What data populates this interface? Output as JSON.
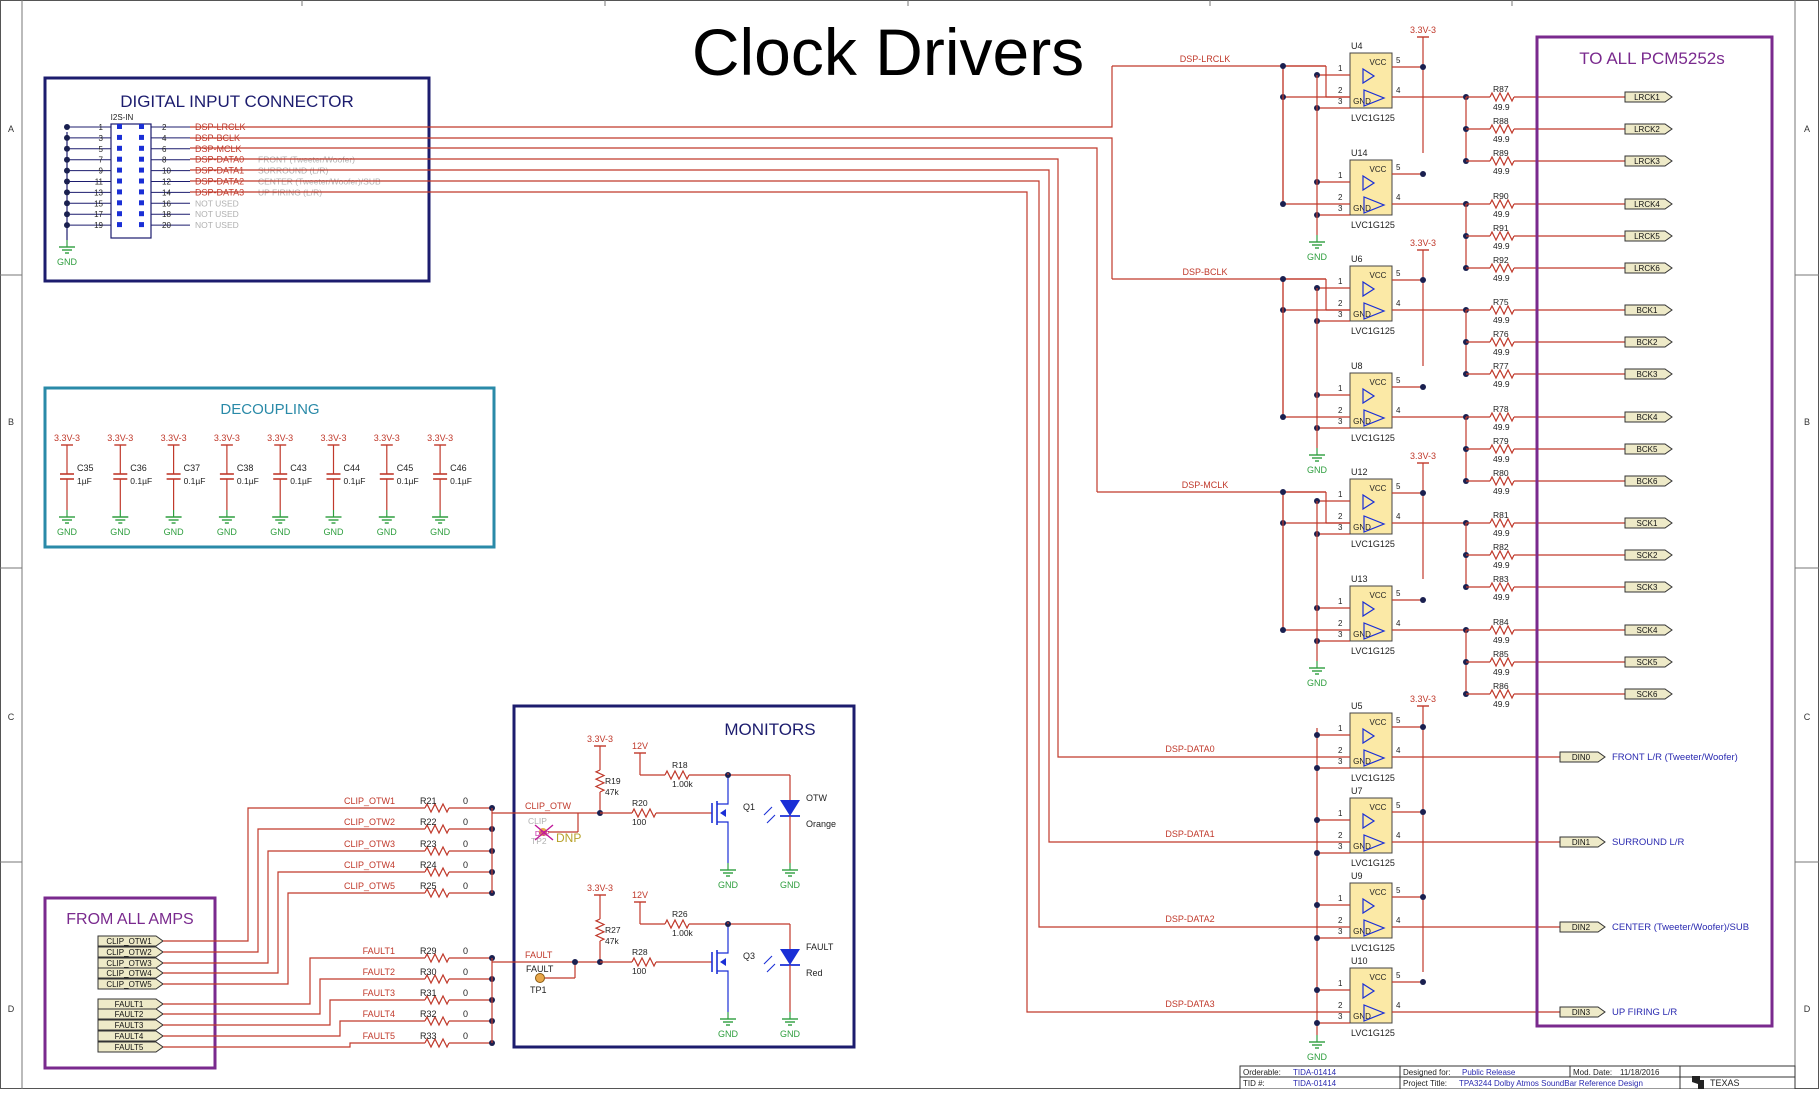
{
  "title": "Clock Drivers",
  "frame": {
    "rows": [
      "A",
      "B",
      "C",
      "D"
    ]
  },
  "colors": {
    "title": "#c0179a",
    "wire": "#c0392b",
    "gnd": "#2e9e3e",
    "border_dark": "#1c1c6e",
    "border_teal": "#2a8aa8",
    "border_purple": "#7a2a8e",
    "chip_fill": "#fbe9a6",
    "label_fill": "#eeeac8",
    "led": "#1a2fd6",
    "note_grey": "#b0b0b0",
    "blue_text": "#2a2ab0"
  },
  "connector": {
    "box_title": "DIGITAL INPUT CONNECTOR",
    "refdes": "I2S-IN",
    "pins": [
      {
        "odd": "1",
        "even": "2",
        "net": "DSP-LRCLK",
        "note": ""
      },
      {
        "odd": "3",
        "even": "4",
        "net": "DSP-BCLK",
        "note": ""
      },
      {
        "odd": "5",
        "even": "6",
        "net": "DSP-MCLK",
        "note": ""
      },
      {
        "odd": "7",
        "even": "8",
        "net": "DSP-DATA0",
        "note": "FRONT (Tweeter/Woofer)"
      },
      {
        "odd": "9",
        "even": "10",
        "net": "DSP-DATA1",
        "note": "SURROUND (L/R)"
      },
      {
        "odd": "11",
        "even": "12",
        "net": "DSP-DATA2",
        "note": "CENTER (Tweeter/Woofer)/SUB"
      },
      {
        "odd": "13",
        "even": "14",
        "net": "DSP-DATA3",
        "note": "UP FIRING (L/R)"
      },
      {
        "odd": "15",
        "even": "16",
        "net": "",
        "note": "NOT USED"
      },
      {
        "odd": "17",
        "even": "18",
        "net": "",
        "note": "NOT USED"
      },
      {
        "odd": "19",
        "even": "20",
        "net": "",
        "note": "NOT USED"
      }
    ],
    "gnd": "GND"
  },
  "decoupling": {
    "box_title": "DECOUPLING",
    "rail": "3.3V-3",
    "gnd": "GND",
    "caps": [
      {
        "ref": "C35",
        "val": "1µF"
      },
      {
        "ref": "C36",
        "val": "0.1µF"
      },
      {
        "ref": "C37",
        "val": "0.1µF"
      },
      {
        "ref": "C38",
        "val": "0.1µF"
      },
      {
        "ref": "C43",
        "val": "0.1µF"
      },
      {
        "ref": "C44",
        "val": "0.1µF"
      },
      {
        "ref": "C45",
        "val": "0.1µF"
      },
      {
        "ref": "C46",
        "val": "0.1µF"
      }
    ]
  },
  "drivers": {
    "part": "LVC1G125",
    "vcc": "VCC",
    "gnd_pin": "GND",
    "rail": "3.3V-3",
    "gnd": "GND",
    "res_val": "49.9",
    "groups": [
      {
        "net": "DSP-LRCLK",
        "chips": [
          {
            "ref": "U4",
            "res": [
              "R87",
              "R88",
              "R89"
            ],
            "outs": [
              "LRCK1",
              "LRCK2",
              "LRCK3"
            ]
          },
          {
            "ref": "U14",
            "res": [
              "R90",
              "R91",
              "R92"
            ],
            "outs": [
              "LRCK4",
              "LRCK5",
              "LRCK6"
            ]
          }
        ]
      },
      {
        "net": "DSP-BCLK",
        "chips": [
          {
            "ref": "U6",
            "res": [
              "R75",
              "R76",
              "R77"
            ],
            "outs": [
              "BCK1",
              "BCK2",
              "BCK3"
            ]
          },
          {
            "ref": "U8",
            "res": [
              "R78",
              "R79",
              "R80"
            ],
            "outs": [
              "BCK4",
              "BCK5",
              "BCK6"
            ]
          }
        ]
      },
      {
        "net": "DSP-MCLK",
        "chips": [
          {
            "ref": "U12",
            "res": [
              "R81",
              "R82",
              "R83"
            ],
            "outs": [
              "SCK1",
              "SCK2",
              "SCK3"
            ]
          },
          {
            "ref": "U13",
            "res": [
              "R84",
              "R85",
              "R86"
            ],
            "outs": [
              "SCK4",
              "SCK5",
              "SCK6"
            ]
          }
        ]
      }
    ],
    "data": [
      {
        "net": "DSP-DATA0",
        "ref": "U5",
        "out": "DIN0",
        "desc": "FRONT L/R (Tweeter/Woofer)"
      },
      {
        "net": "DSP-DATA1",
        "ref": "U7",
        "out": "DIN1",
        "desc": "SURROUND L/R"
      },
      {
        "net": "DSP-DATA2",
        "ref": "U9",
        "out": "DIN2",
        "desc": "CENTER (Tweeter/Woofer)/SUB"
      },
      {
        "net": "DSP-DATA3",
        "ref": "U10",
        "out": "DIN3",
        "desc": "UP FIRING L/R"
      }
    ]
  },
  "to_all": {
    "box_title": "TO ALL PCM5252s"
  },
  "from_amps": {
    "box_title": "FROM ALL AMPS",
    "clip": [
      "CLIP_OTW1",
      "CLIP_OTW2",
      "CLIP_OTW3",
      "CLIP_OTW4",
      "CLIP_OTW5"
    ],
    "fault": [
      "FAULT1",
      "FAULT2",
      "FAULT3",
      "FAULT4",
      "FAULT5"
    ],
    "clip_res": [
      "R21",
      "R22",
      "R23",
      "R24",
      "R25"
    ],
    "fault_res": [
      "R29",
      "R30",
      "R31",
      "R32",
      "R33"
    ],
    "res_val": "0"
  },
  "monitors": {
    "box_title": "MONITORS",
    "rail": "3.3V-3",
    "rail12": "12V",
    "gnd": "GND",
    "clip_net": "CLIP_OTW",
    "fault_net": "FAULT",
    "r19": "R19",
    "r19_val": "47k",
    "r27": "R27",
    "r27_val": "47k",
    "r18": "R18",
    "r18_val": "1.00k",
    "r26": "R26",
    "r26_val": "1.00k",
    "r20": "R20",
    "r20_val": "100",
    "r28": "R28",
    "r28_val": "100",
    "q1": "Q1",
    "q3": "Q3",
    "led1": "OTW",
    "led1_color": "Orange",
    "led2": "FAULT",
    "led2_color": "Red",
    "tp2_top": "CLIP",
    "tp2": "TP2",
    "dnp": "DNP",
    "dnf": "DNF",
    "tp1_top": "FAULT",
    "tp1": "TP1"
  },
  "titleblock": {
    "orderable_label": "Orderable:",
    "orderable": "TIDA-01414",
    "tid_label": "TID #:",
    "tid": "TIDA-01414",
    "designed_label": "Designed for:",
    "designed": "Public Release",
    "mod_label": "Mod. Date:",
    "mod": "11/18/2016",
    "project_label": "Project Title:",
    "project": "TPA3244 Dolby Atmos SoundBar Reference Design",
    "logo": "TEXAS"
  }
}
